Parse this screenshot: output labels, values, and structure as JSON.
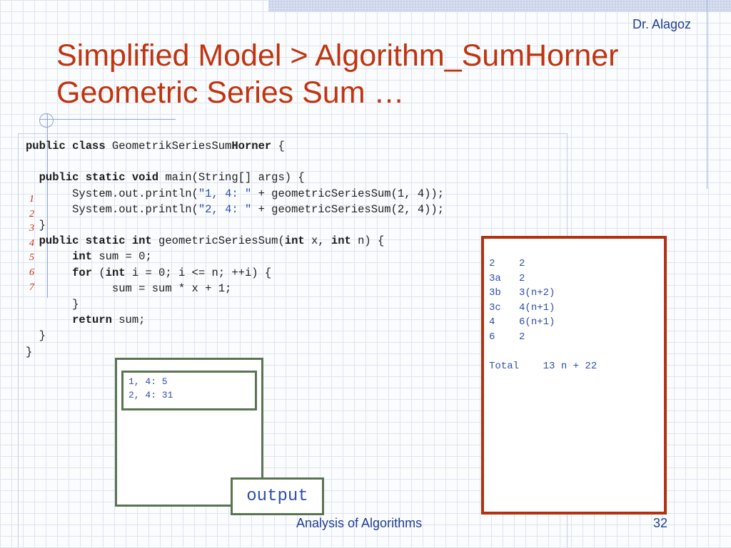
{
  "header": {
    "author": "Dr. Alagoz",
    "title_line1": "Simplified Model > Algorithm_SumHorner",
    "title_line2": "Geometric Series Sum …"
  },
  "line_numbers": [
    "1",
    "2",
    "3",
    "4",
    "5",
    "6",
    "7"
  ],
  "code": {
    "l1_kw": "public class",
    "l1_name": " GeometrikSeriesSum",
    "l1_bold": "Horner",
    "l1_end": " {",
    "l3_kw": "public static void",
    "l3_rest": " main(String[] args) {",
    "l4_a": "System.out.println(",
    "l4_str": "\"1, 4: \"",
    "l4_b": " + geometricSeriesSum(1, 4));",
    "l5_a": "System.out.println(",
    "l5_str": "\"2, 4: \"",
    "l5_b": " + geometricSeriesSum(2, 4));",
    "l6": "}",
    "l7_kw": "public static int",
    "l7_a": " geometricSeriesSum(",
    "l7_kw2": "int",
    "l7_b": " x, ",
    "l7_kw3": "int",
    "l7_c": " n) {",
    "l8_kw": "int",
    "l8_rest": " sum = 0;",
    "l9_kw": "for",
    "l9_a": " (",
    "l9_kw2": "int",
    "l9_b": " i = 0; i <= n; ++i) {",
    "l10": "sum = sum * x + 1;",
    "l11": "}",
    "l12_kw": "return",
    "l12_rest": " sum;",
    "l13": "}",
    "l14": "}"
  },
  "output": {
    "line1": "1, 4: 5",
    "line2": "2, 4: 31",
    "label": "output"
  },
  "cost": {
    "rows": [
      {
        "line": "2",
        "cost": "2"
      },
      {
        "line": "3a",
        "cost": "2"
      },
      {
        "line": "3b",
        "cost": "3(n+2)"
      },
      {
        "line": "3c",
        "cost": "4(n+1)"
      },
      {
        "line": "4",
        "cost": "6(n+1)"
      },
      {
        "line": "6",
        "cost": "2"
      }
    ],
    "total_label": "Total",
    "total_value": "13 n + 22"
  },
  "footer": {
    "course": "Analysis of Algorithms",
    "page": "32"
  }
}
